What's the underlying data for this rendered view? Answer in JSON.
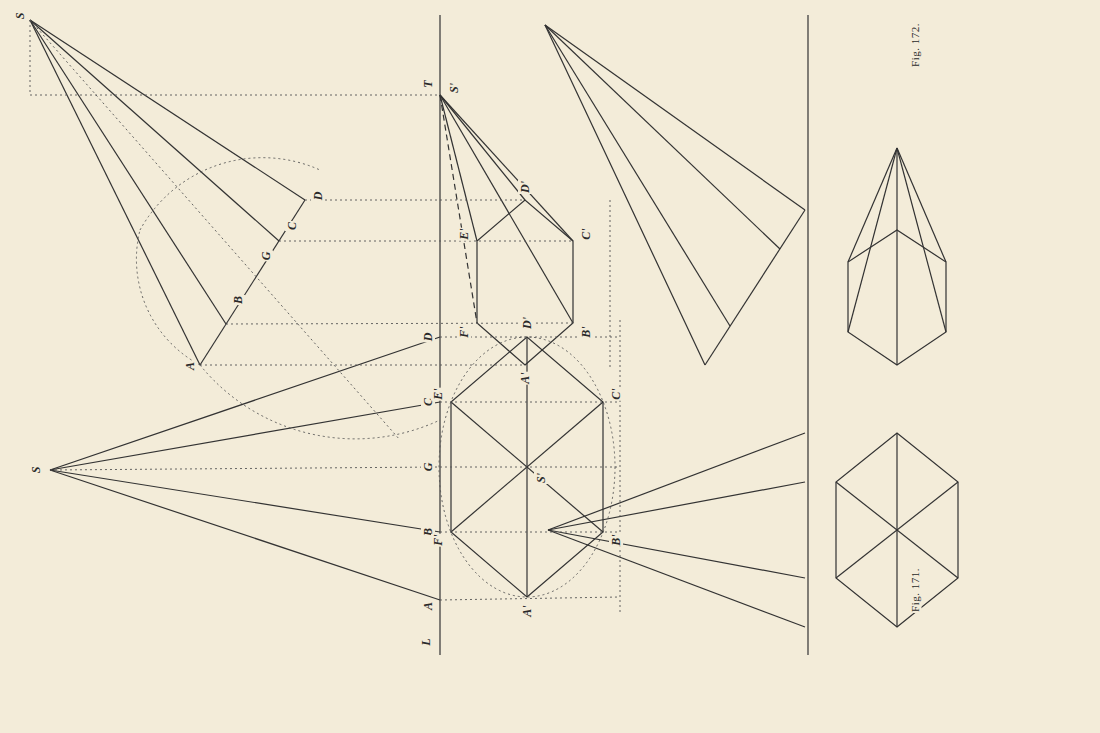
{
  "diagram": {
    "labels": [
      "S",
      "T",
      "D",
      "C",
      "G",
      "B",
      "A",
      "S'",
      "D'",
      "E'",
      "C'",
      "F'",
      "B'",
      "A'",
      "L",
      "A",
      "B",
      "G",
      "C",
      "D",
      "S",
      "A'",
      "F'",
      "B'",
      "S'",
      "E'",
      "C'",
      "D'",
      "Fig. 172.",
      "Fig. 171."
    ]
  }
}
